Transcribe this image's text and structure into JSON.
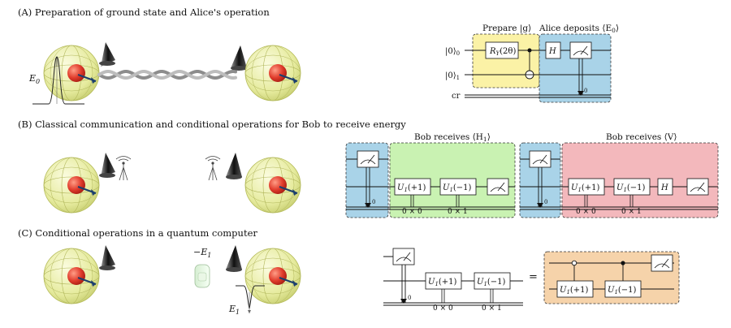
{
  "sections": {
    "a_title": "(A) Preparation of ground state and Alice's operation",
    "b_title": "(B) Classical communication and conditional operations for Bob to receive energy",
    "c_title": "(C) Conditional operations in a quantum computer"
  },
  "labels": {
    "e0": "E",
    "e0_sub": "0",
    "neg_e1": "−E",
    "neg_e1_sub": "1",
    "e1": "E",
    "e1_sub": "1"
  },
  "circuit_a": {
    "prepare_label": "Prepare |g⟩",
    "alice_label": "Alice deposits ⟨E",
    "alice_label_sub": "0",
    "alice_label_end": "⟩",
    "q0": "|0⟩",
    "q0_sub": "0",
    "q1": "|0⟩",
    "q1_sub": "1",
    "cr": "cr",
    "ry_gate": "R",
    "ry_sub": "Y",
    "ry_arg": "(2θ)",
    "h_gate": "H",
    "bit": "0"
  },
  "circuit_b1": {
    "title": "Bob receives ⟨H",
    "title_sub": "1",
    "title_end": "⟩",
    "gate1": "U",
    "gate1_sub": "1",
    "gate1_arg": "(+1)",
    "gate2": "U",
    "gate2_sub": "1",
    "gate2_arg": "(−1)",
    "cond1": "0 × 0",
    "cond2": "0 × 1",
    "bit": "0"
  },
  "circuit_b2": {
    "title": "Bob receives ⟨V⟩",
    "gate1": "U",
    "gate1_sub": "1",
    "gate1_arg": "(+1)",
    "gate2": "U",
    "gate2_sub": "1",
    "gate2_arg": "(−1)",
    "h_gate": "H",
    "cond1": "0 × 0",
    "cond2": "0 × 1",
    "bit": "0"
  },
  "circuit_c": {
    "gate1": "U",
    "gate1_sub": "1",
    "gate1_arg": "(+1)",
    "gate2": "U",
    "gate2_sub": "1",
    "gate2_arg": "(−1)",
    "cond1": "0 × 0",
    "cond2": "0 × 1",
    "bit": "0",
    "equals": "=",
    "eq_gate1": "U",
    "eq_gate1_sub": "1",
    "eq_gate1_arg": "(+1)",
    "eq_gate2": "U",
    "eq_gate2_sub": "1",
    "eq_gate2_arg": "(−1)"
  },
  "colors": {
    "prepare_box": "#fbf2a6",
    "measure_box": "#a9d3e8",
    "bob_h1_box": "#c9f2b2",
    "bob_v_box": "#f3b8bc",
    "c_box": "#f6d3aa",
    "sphere": "#f0f2c0",
    "atom": "#e64a3a"
  }
}
